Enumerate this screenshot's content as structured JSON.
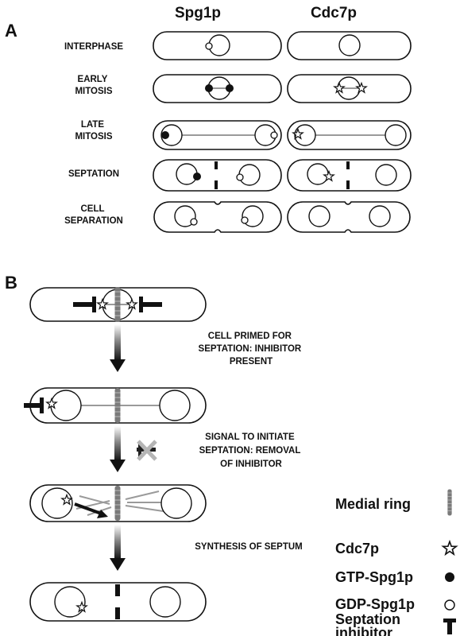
{
  "panel_a": {
    "label": "A",
    "columns": [
      "Spg1p",
      "Cdc7p"
    ],
    "rows": [
      {
        "label_lines": [
          "INTERPHASE"
        ]
      },
      {
        "label_lines": [
          "EARLY",
          "MITOSIS"
        ]
      },
      {
        "label_lines": [
          "LATE",
          "MITOSIS"
        ]
      },
      {
        "label_lines": [
          "SEPTATION"
        ]
      },
      {
        "label_lines": [
          "CELL",
          "SEPARATION"
        ]
      }
    ]
  },
  "panel_b": {
    "label": "B",
    "steps": [
      {
        "lines": [
          "CELL PRIMED FOR",
          "SEPTATION: INHIBITOR",
          "PRESENT"
        ]
      },
      {
        "lines": [
          "SIGNAL TO INITIATE",
          "SEPTATION: REMOVAL",
          "OF INHIBITOR"
        ]
      },
      {
        "lines": [
          "SYNTHESIS OF SEPTUM"
        ]
      }
    ]
  },
  "legend": {
    "items": [
      {
        "label_lines": [
          "Medial ring"
        ],
        "symbol": "medial-ring"
      },
      {
        "label_lines": [
          "Cdc7p"
        ],
        "symbol": "star"
      },
      {
        "label_lines": [
          "GTP-Spg1p"
        ],
        "symbol": "filled-circle"
      },
      {
        "label_lines": [
          "GDP-Spg1p"
        ],
        "symbol": "open-circle"
      },
      {
        "label_lines": [
          "Septation",
          "inhibitor"
        ],
        "symbol": "t-bar"
      }
    ]
  },
  "colors": {
    "ink": "#111111",
    "spindle": "#9a9a9a",
    "ring": "#777777",
    "arrow_fade": "#cfcfcf"
  }
}
